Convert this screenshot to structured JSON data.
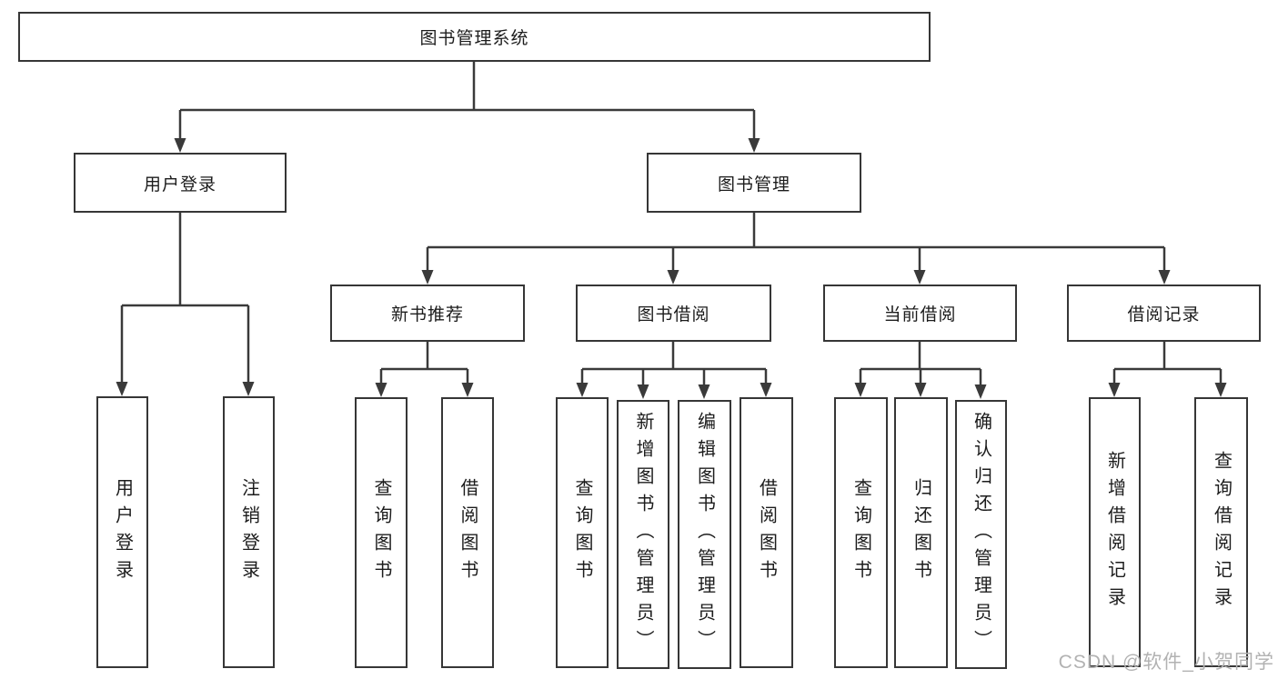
{
  "diagram": {
    "tree": {
      "root": "图书管理系统",
      "branches": [
        {
          "label": "用户登录",
          "children": [
            "用户登录",
            "注销登录"
          ]
        },
        {
          "label": "图书管理",
          "groups": [
            {
              "label": "新书推荐",
              "children": [
                "查询图书",
                "借阅图书"
              ]
            },
            {
              "label": "图书借阅",
              "children": [
                "查询图书",
                "新增图书（管理员）",
                "编辑图书（管理员）",
                "借阅图书"
              ]
            },
            {
              "label": "当前借阅",
              "children": [
                "查询图书",
                "归还图书",
                "确认归还（管理员）"
              ]
            },
            {
              "label": "借阅记录",
              "children": [
                "新增借阅记录",
                "查询借阅记录"
              ]
            }
          ]
        }
      ]
    },
    "colors": {
      "line": "#3a3a3a",
      "box_border": "#363636",
      "text": "#1c1c1c",
      "watermark": "#b2b2b2",
      "background": "#ffffff"
    },
    "watermark": {
      "text": "CSDN @软件_小贺同学"
    }
  }
}
